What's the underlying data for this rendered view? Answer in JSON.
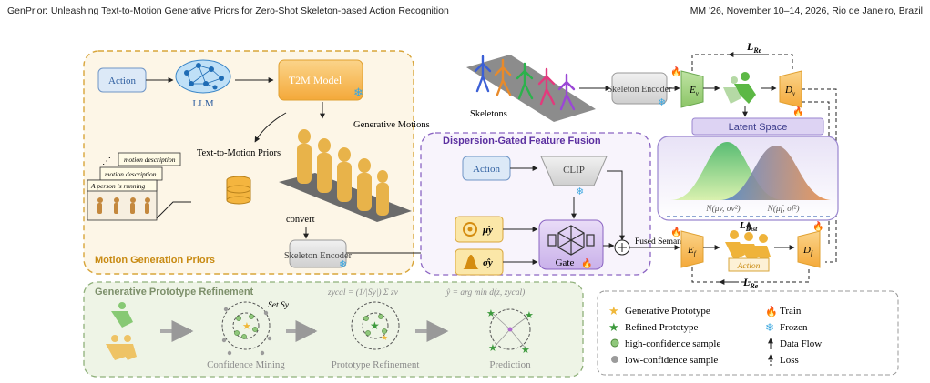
{
  "header": {
    "left": "GenPrior: Unleashing Text-to-Motion Generative Priors for Zero-Shot Skeleton-based Action Recognition",
    "right": "MM '26, November 10–14, 2026, Rio de Janeiro, Brazil"
  },
  "mgp": {
    "title": "Motion Generation Priors",
    "action": "Action",
    "llm": "LLM",
    "t2m": "T2M Model",
    "desc1": "motion description",
    "desc2": "motion description",
    "desc3": "A person is running",
    "priors": "Text-to-Motion Priors",
    "generative": "Generative Motions",
    "convert": "convert",
    "encoder": "Skeleton Encoder"
  },
  "top": {
    "skeletons": "Skeletons",
    "encoder": "Skeleton Encoder",
    "ev": "E",
    "ev_sub": "v",
    "dv": "D",
    "dv_sub": "v",
    "lre": "L",
    "lre_sub": "Re",
    "latent": "Latent Space",
    "nv": "N(μv, σv²)",
    "nf": "N(μf, σf²)",
    "ldist": "L",
    "ldist_sub": "Dist"
  },
  "dgff": {
    "title": "Dispersion-Gated Feature Fusion",
    "action": "Action",
    "clip": "CLIP",
    "mu": "μ̂y",
    "sigma": "σ̂y",
    "gate": "Gate",
    "fused": "Fused Semantic"
  },
  "bottom": {
    "ef": "E",
    "ef_sub": "f",
    "df": "D",
    "df_sub": "f",
    "action_label": "Action",
    "lre": "L",
    "lre_sub": "Re"
  },
  "gpr": {
    "title": "Generative Prototype Refinement",
    "formula1": "zycal = (1/|Sy|) Σ zv",
    "formula2": "ŷ = arg min d(z, zycal)",
    "set": "Set Sy",
    "step1": "Confidence Mining",
    "step2": "Prototype Refinement",
    "step3": "Prediction"
  },
  "legend": {
    "items": [
      "Generative Prototype",
      "Train",
      "Refined Prototype",
      "Frozen",
      "high-confidence sample",
      "Data Flow",
      "low-confidence sample",
      "Loss"
    ]
  }
}
